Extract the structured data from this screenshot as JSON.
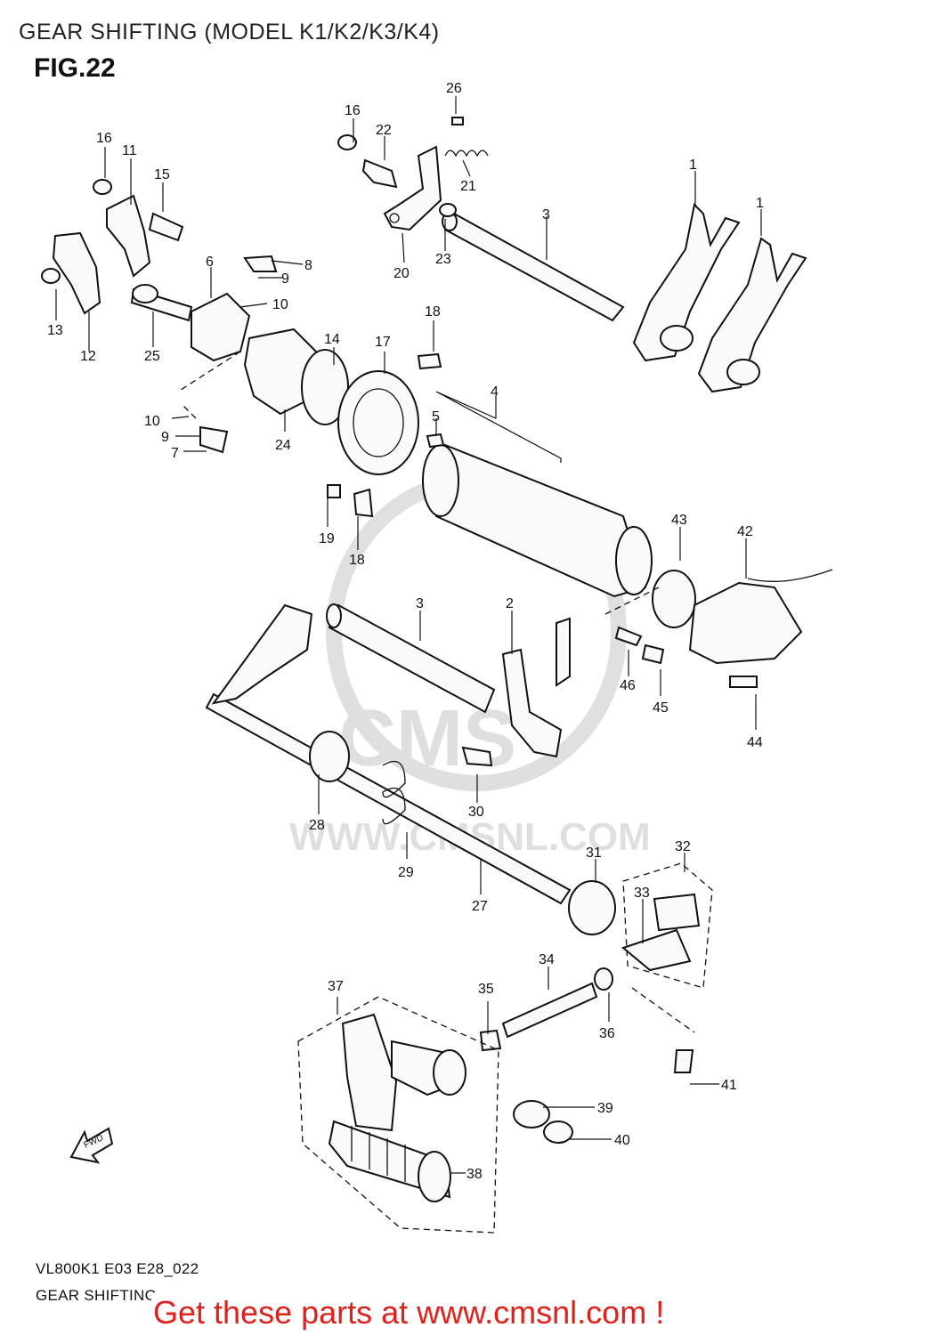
{
  "header": {
    "title": "GEAR SHIFTING (MODEL K1/K2/K3/K4)",
    "figure": "FIG.22"
  },
  "watermark": {
    "text": "WWW.CMSNL.COM",
    "logo": "CMS"
  },
  "direction": {
    "label": "FWD",
    "icon": "forward-arrow-icon"
  },
  "callouts": [
    "1",
    "1",
    "2",
    "3",
    "3",
    "4",
    "5",
    "6",
    "7",
    "8",
    "9",
    "9",
    "10",
    "10",
    "11",
    "12",
    "13",
    "14",
    "15",
    "16",
    "16",
    "17",
    "18",
    "18",
    "19",
    "20",
    "21",
    "22",
    "23",
    "24",
    "25",
    "26",
    "27",
    "28",
    "29",
    "30",
    "31",
    "32",
    "33",
    "34",
    "35",
    "36",
    "37",
    "38",
    "39",
    "40",
    "41",
    "42",
    "43",
    "44",
    "45",
    "46"
  ],
  "footer": {
    "model_code": "VL800K1 E03 E28_022",
    "title": "GEAR SHIFTING",
    "promo": "Get these parts at www.cmsnl.com !",
    "promo_color": "#e0201b"
  }
}
